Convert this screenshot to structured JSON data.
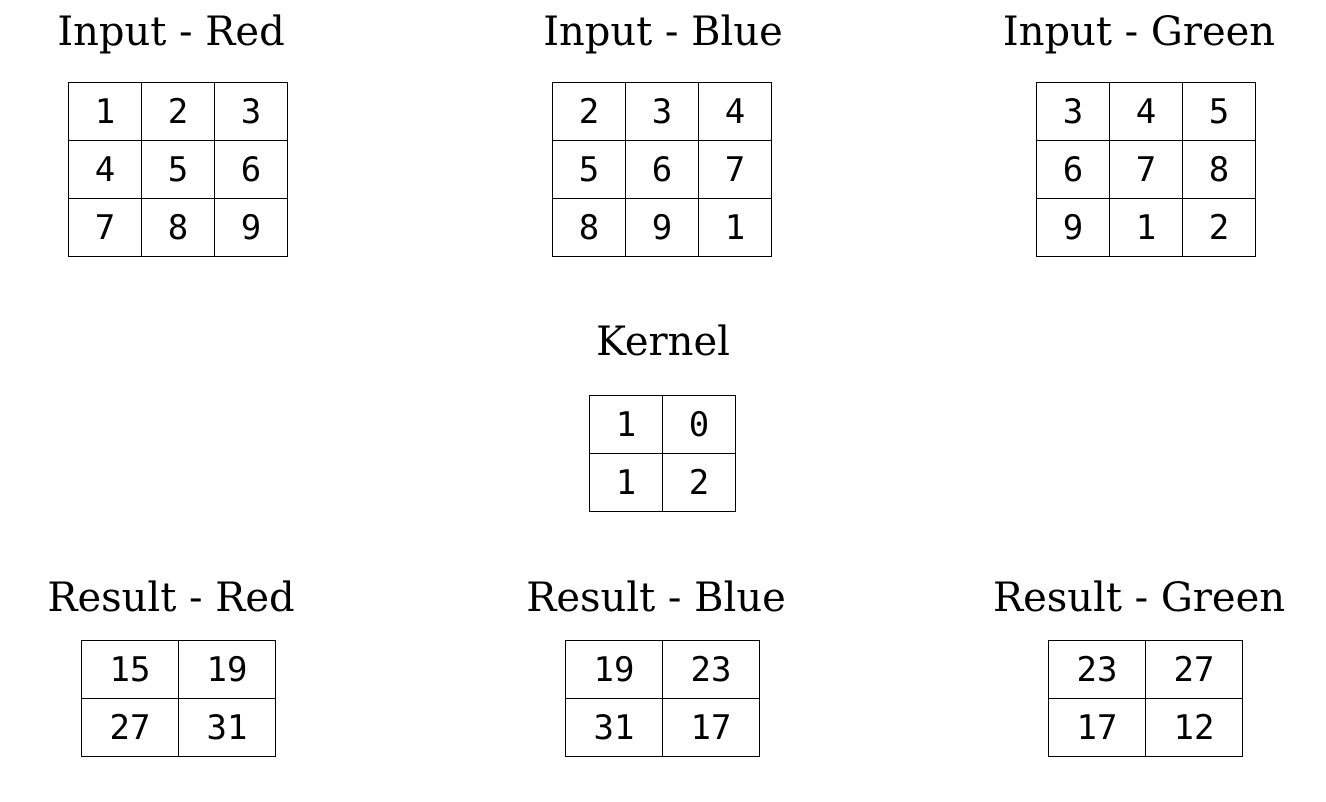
{
  "inputs": [
    {
      "title": "Input - Red",
      "rows": [
        [
          "1",
          "2",
          "3"
        ],
        [
          "4",
          "5",
          "6"
        ],
        [
          "7",
          "8",
          "9"
        ]
      ]
    },
    {
      "title": "Input - Blue",
      "rows": [
        [
          "2",
          "3",
          "4"
        ],
        [
          "5",
          "6",
          "7"
        ],
        [
          "8",
          "9",
          "1"
        ]
      ]
    },
    {
      "title": "Input - Green",
      "rows": [
        [
          "3",
          "4",
          "5"
        ],
        [
          "6",
          "7",
          "8"
        ],
        [
          "9",
          "1",
          "2"
        ]
      ]
    }
  ],
  "kernel": {
    "title": "Kernel",
    "rows": [
      [
        "1",
        "0"
      ],
      [
        "1",
        "2"
      ]
    ]
  },
  "results": [
    {
      "title": "Result - Red",
      "rows": [
        [
          "15",
          "19"
        ],
        [
          "27",
          "31"
        ]
      ]
    },
    {
      "title": "Result - Blue",
      "rows": [
        [
          "19",
          "23"
        ],
        [
          "31",
          "17"
        ]
      ]
    },
    {
      "title": "Result - Green",
      "rows": [
        [
          "23",
          "27"
        ],
        [
          "17",
          "12"
        ]
      ]
    }
  ]
}
